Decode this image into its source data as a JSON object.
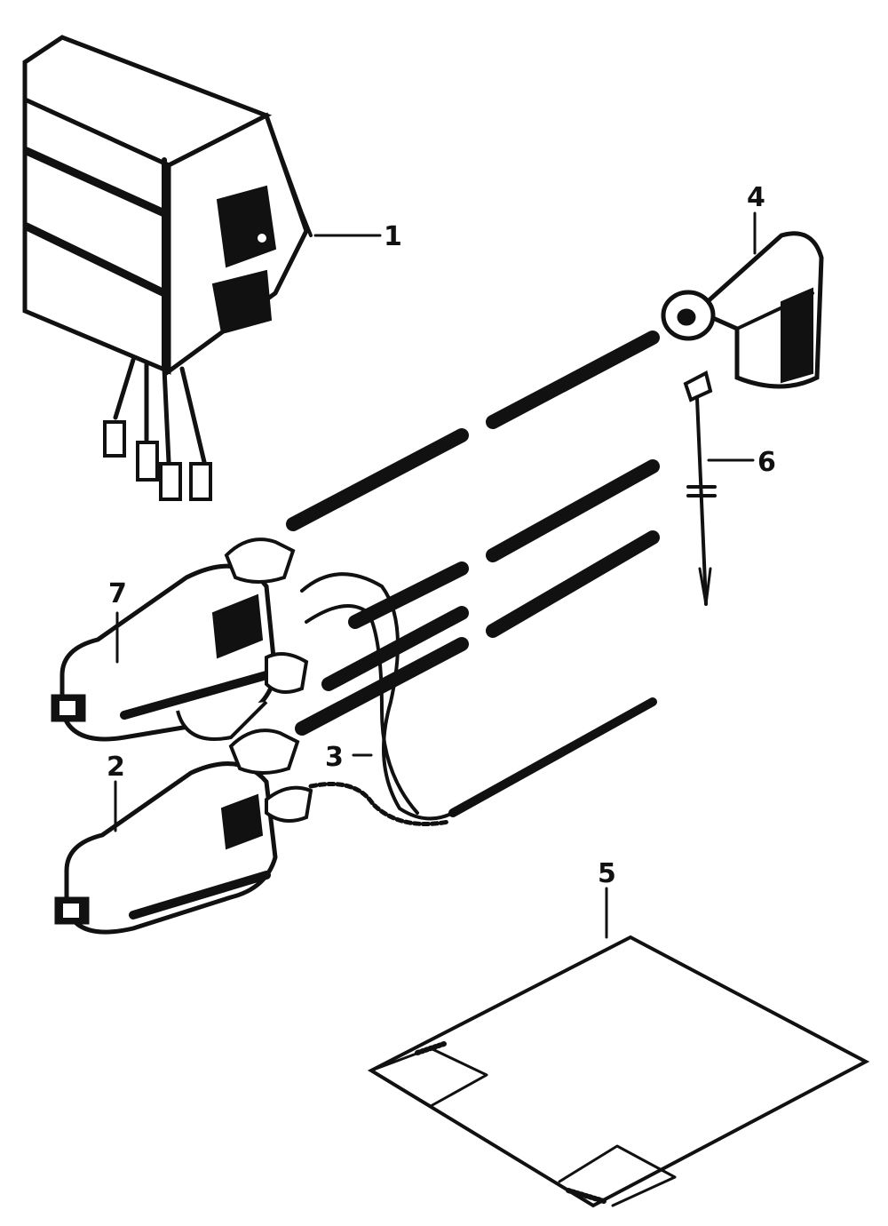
{
  "callouts": [
    {
      "number": "1",
      "part": "regulator-box"
    },
    {
      "number": "2",
      "part": "ignition-coil-lower"
    },
    {
      "number": "3",
      "part": "wire-harness"
    },
    {
      "number": "4",
      "part": "spark-plug-cap"
    },
    {
      "number": "5",
      "part": "gasket-sheet"
    },
    {
      "number": "6",
      "part": "cable-tie"
    },
    {
      "number": "7",
      "part": "ignition-coil-upper"
    }
  ],
  "colors": {
    "ink": "#111111",
    "background": "#ffffff"
  }
}
